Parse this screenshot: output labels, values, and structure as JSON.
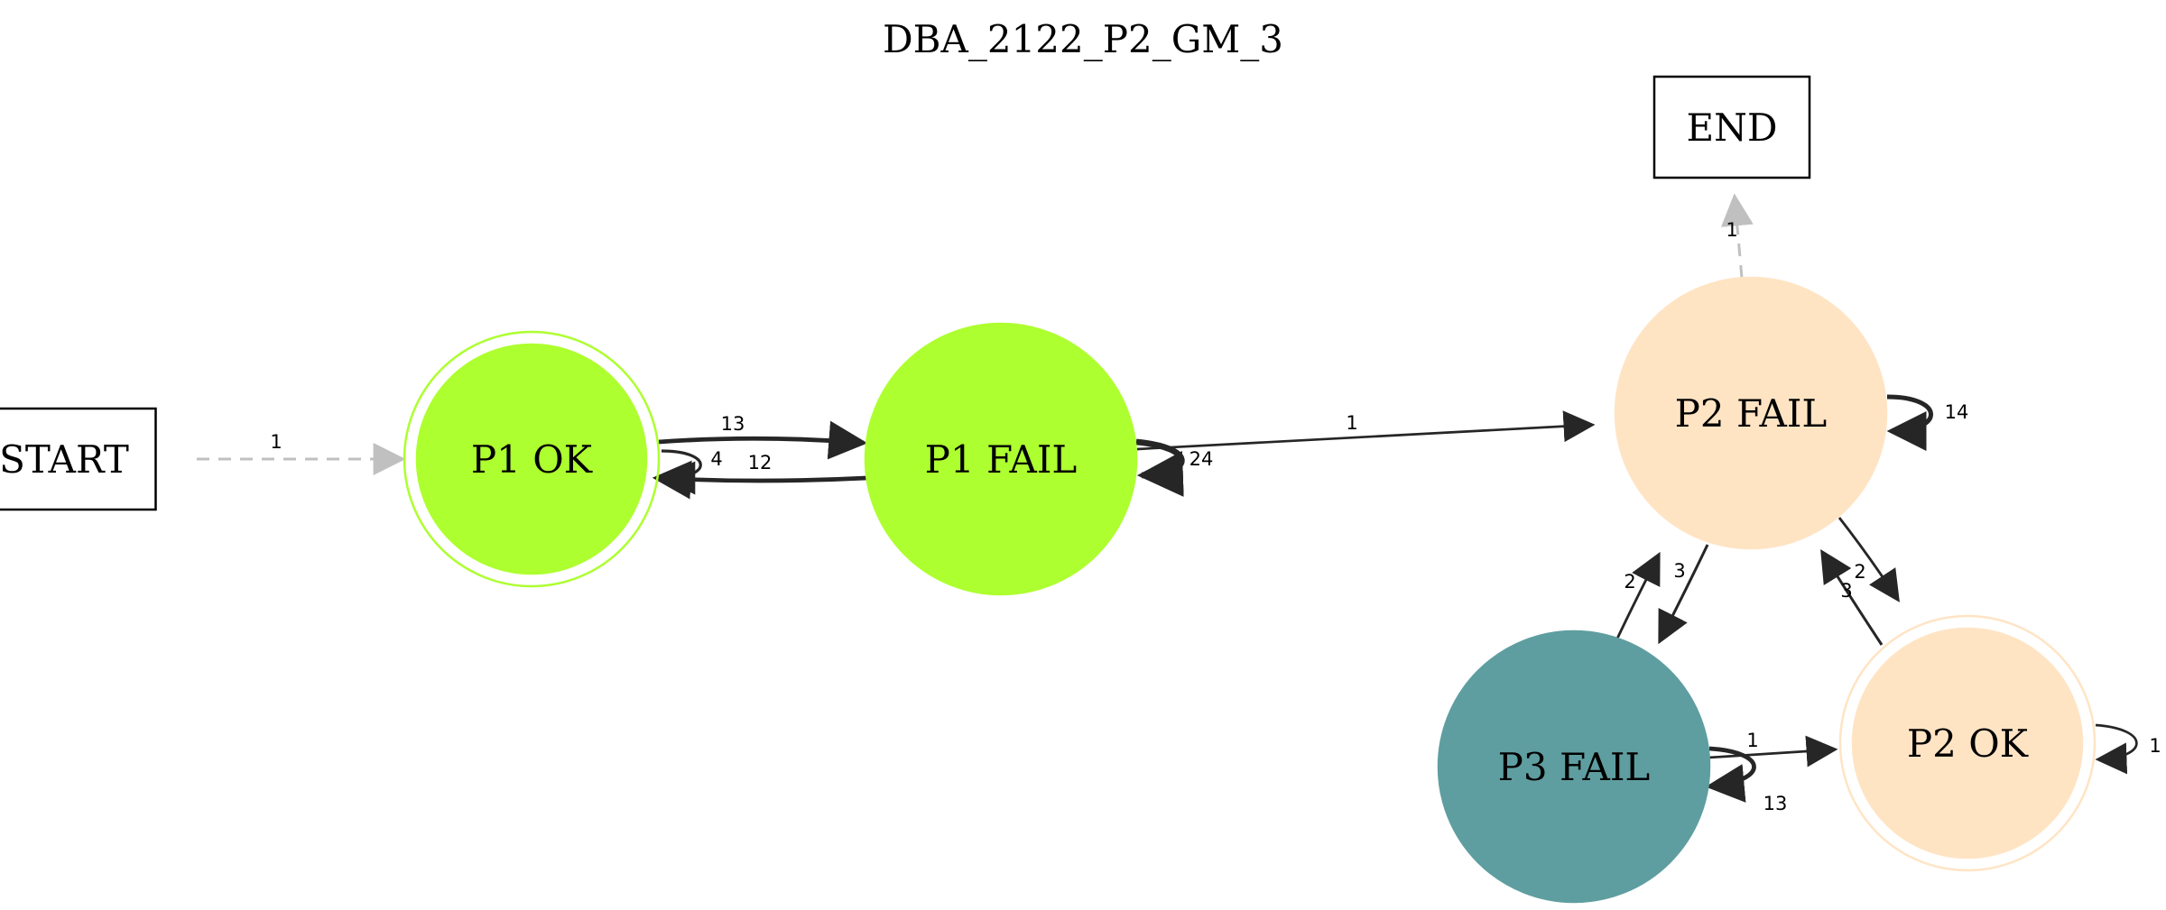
{
  "title": "DBA_2122_P2_GM_3",
  "colors": {
    "start_end_border": "#000000",
    "p1": "#adff2f",
    "p2": "#ffe4c4",
    "p3": "#5f9ea0",
    "edge": "#262626",
    "edge_dashed": "#c0c0c0"
  },
  "nodes": [
    {
      "id": "start",
      "label": "START",
      "shape": "box",
      "fill": "#ffffff",
      "stroke": "#000000",
      "double": false
    },
    {
      "id": "end",
      "label": "END",
      "shape": "box",
      "fill": "#ffffff",
      "stroke": "#000000",
      "double": false
    },
    {
      "id": "p1ok",
      "label": "P1 OK",
      "shape": "circle",
      "fill": "#adff2f",
      "stroke": "#adff2f",
      "double": true
    },
    {
      "id": "p1fail",
      "label": "P1 FAIL",
      "shape": "circle",
      "fill": "#adff2f",
      "stroke": "#adff2f",
      "double": false
    },
    {
      "id": "p2fail",
      "label": "P2 FAIL",
      "shape": "circle",
      "fill": "#ffe4c4",
      "stroke": "#ffe4c4",
      "double": false
    },
    {
      "id": "p2ok",
      "label": "P2 OK",
      "shape": "circle",
      "fill": "#ffe4c4",
      "stroke": "#ffe4c4",
      "double": true
    },
    {
      "id": "p3fail",
      "label": "P3 FAIL",
      "shape": "circle",
      "fill": "#5f9ea0",
      "stroke": "#5f9ea0",
      "double": false
    }
  ],
  "edges": [
    {
      "id": "start-p1ok",
      "from": "start",
      "to": "p1ok",
      "label": "1",
      "weight": 1,
      "style": "dashed"
    },
    {
      "id": "p1ok-p1fail",
      "from": "p1ok",
      "to": "p1fail",
      "label": "13",
      "weight": 13,
      "style": "solid"
    },
    {
      "id": "p1fail-p1ok",
      "from": "p1fail",
      "to": "p1ok",
      "label": "12",
      "weight": 12,
      "style": "solid"
    },
    {
      "id": "p1ok-self",
      "from": "p1ok",
      "to": "p1ok",
      "label": "4",
      "weight": 4,
      "style": "solid"
    },
    {
      "id": "p1fail-self",
      "from": "p1fail",
      "to": "p1fail",
      "label": "24",
      "weight": 24,
      "style": "solid"
    },
    {
      "id": "p1fail-p2fail",
      "from": "p1fail",
      "to": "p2fail",
      "label": "1",
      "weight": 1,
      "style": "solid"
    },
    {
      "id": "p2fail-end",
      "from": "p2fail",
      "to": "end",
      "label": "1",
      "weight": 1,
      "style": "dashed"
    },
    {
      "id": "p2fail-self",
      "from": "p2fail",
      "to": "p2fail",
      "label": "14",
      "weight": 14,
      "style": "solid"
    },
    {
      "id": "p3fail-p2fail",
      "from": "p3fail",
      "to": "p2fail",
      "label": "2",
      "weight": 2,
      "style": "solid"
    },
    {
      "id": "p2fail-p3fail",
      "from": "p2fail",
      "to": "p3fail",
      "label": "3",
      "weight": 3,
      "style": "solid"
    },
    {
      "id": "p2fail-p2ok",
      "from": "p2fail",
      "to": "p2ok",
      "label": "2",
      "weight": 2,
      "style": "solid"
    },
    {
      "id": "p2ok-p2fail",
      "from": "p2ok",
      "to": "p2fail",
      "label": "3",
      "weight": 3,
      "style": "solid"
    },
    {
      "id": "p3fail-p2ok",
      "from": "p3fail",
      "to": "p2ok",
      "label": "1",
      "weight": 1,
      "style": "solid"
    },
    {
      "id": "p3fail-self",
      "from": "p3fail",
      "to": "p3fail",
      "label": "13",
      "weight": 13,
      "style": "solid"
    },
    {
      "id": "p2ok-self",
      "from": "p2ok",
      "to": "p2ok",
      "label": "1",
      "weight": 1,
      "style": "solid"
    }
  ]
}
